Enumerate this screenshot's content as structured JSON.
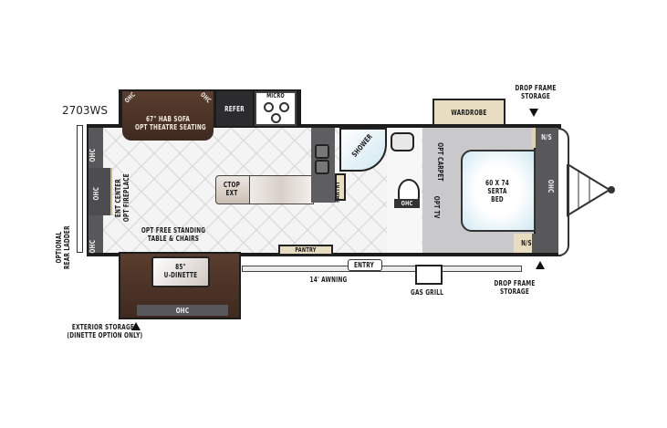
{
  "model": "2703WS",
  "labels": {
    "sofa": "67\" HAB SOFA\nOPT THEATRE SEATING",
    "ohc": "OHC",
    "refer": "REFER",
    "micro": "MICRO",
    "ent_center": "ENT CENTER\nOPT FIREPLACE",
    "ctop_ext": "CTOP\nEXT",
    "table": "OPT FREE STANDING\nTABLE & CHAIRS",
    "dinette": "85\"\nU-DINETTE",
    "ext_storage": "EXTERIOR STORAGE\n(DINETTE OPTION ONLY)",
    "rear_ladder": "OPTIONAL\nREAR LADDER",
    "pantry": "PANTRY",
    "shower": "SHOWER",
    "entry": "ENTRY",
    "awning": "14' AWNING",
    "gas_grill": "GAS GRILL",
    "wardrobe": "WARDROBE",
    "drop_frame_top": "DROP FRAME\nSTORAGE",
    "drop_frame_bottom": "DROP FRAME\nSTORAGE",
    "opt_carpet": "OPT CARPET",
    "opt_tv": "OPT TV",
    "bed": "60 X 74\nSERTA\nBED",
    "ns": "N/S"
  },
  "colors": {
    "wall": "#1c1c1c",
    "ohc": "#58585a",
    "sofa_brown": "#4a3226",
    "wardrobe_tan": "#e8ddc0",
    "bed_blue": "#cfe8f2",
    "bedroom_floor": "#c9c9cb"
  }
}
